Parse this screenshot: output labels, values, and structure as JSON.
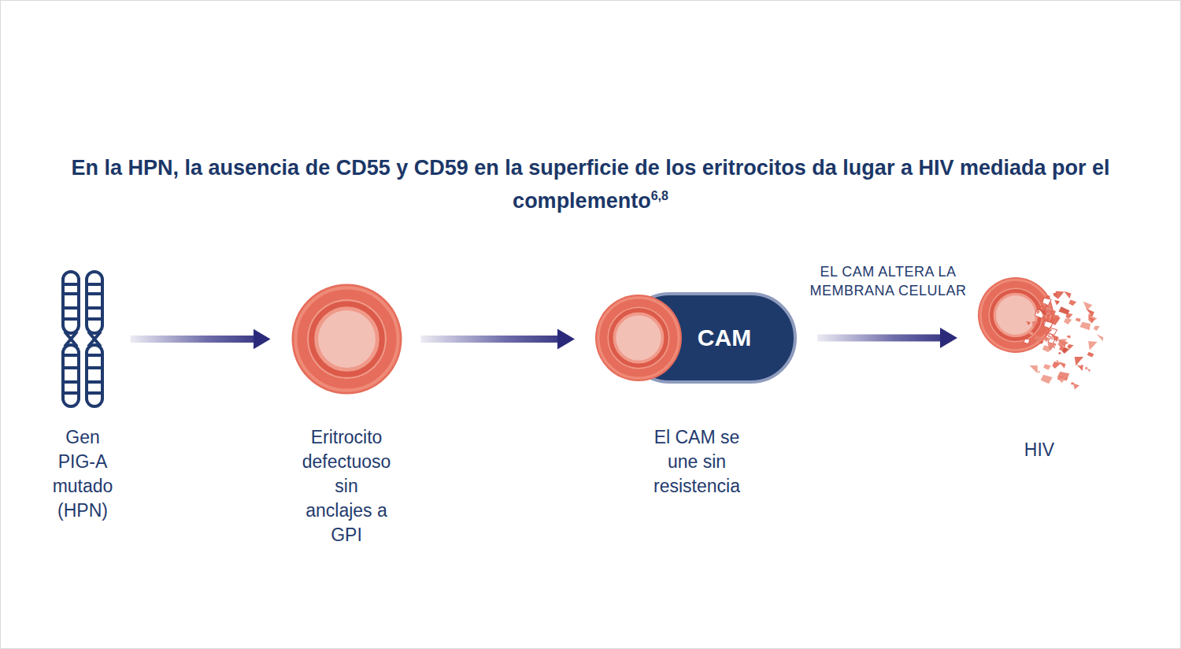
{
  "diagram": {
    "title": "En la HPN, la ausencia de CD55 y CD59 en la superficie de los eritrocitos da lugar a HIV mediada por el complemento",
    "nodes": [
      {
        "text": [
          "Gen PIG-A mutado (HPN)"
        ]
      },
      {
        "text": [
          "Eritrocito defectuoso sin anclajes a GPI"
        ]
      },
      {
        "text": [
          "CAM",
          "El CAM se une sin resistencia"
        ]
      },
      {
        "text": [
          "HIV"
        ]
      }
    ],
    "edges": [
      {
        "from": 0,
        "to": 1,
        "arrow": "to"
      },
      {
        "from": 1,
        "to": 2,
        "arrow": "to"
      },
      {
        "from": 2,
        "to": 3,
        "label": "EL CAM ALTERA LA MEMBRANA CELULAR",
        "arrow": "to"
      }
    ],
    "labels": [
      "6,8"
    ]
  }
}
